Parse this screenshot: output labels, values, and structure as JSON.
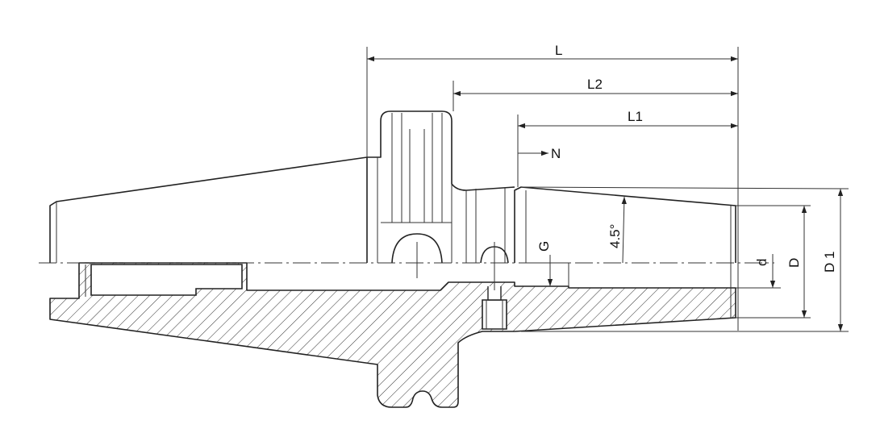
{
  "labels": {
    "L": "L",
    "L1": "L1",
    "L2": "L2",
    "N": "N",
    "G": "G",
    "angle": "4.5°",
    "d": "d",
    "D": "D",
    "D1": "D 1"
  }
}
